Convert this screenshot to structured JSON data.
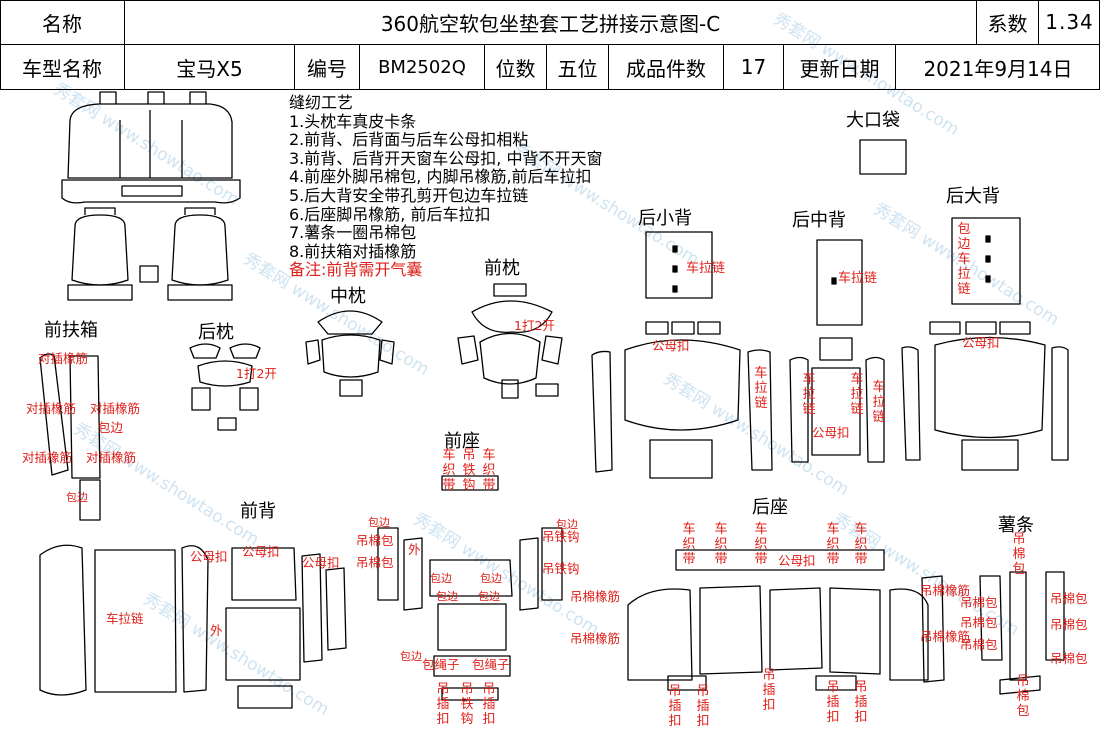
{
  "header": {
    "name_label": "名称",
    "title": "360航空软包坐垫套工艺拼接示意图-C",
    "coef_label": "系数",
    "coef_value": "1.34",
    "model_label": "车型名称",
    "model_value": "宝马X5",
    "code_label": "编号",
    "code_value": "BM2502Q",
    "seats_label": "位数",
    "seats_value": "五位",
    "pieces_label": "成品件数",
    "pieces_value": "17",
    "date_label": "更新日期",
    "date_value": "2021年9月14日"
  },
  "notes": {
    "heading": "缝纫工艺",
    "items": [
      "1.头枕车真皮卡条",
      "2.前背、后背面与后车公母扣相粘",
      "3.前背、后背开天窗车公母扣, 中背不开天窗",
      "4.前座外脚吊棉包, 内脚吊橡筋,前后车拉扣",
      "5.后大背安全带孔剪开包边车拉链",
      "6.后座脚吊橡筋, 前后车拉扣",
      "7.薯条一圈吊棉包",
      "8.前扶箱对插橡筋"
    ],
    "remark": "备注:前背需开气囊"
  },
  "sections": {
    "big_pocket": "大口袋",
    "rear_small_back": "后小背",
    "rear_mid_back": "后中背",
    "rear_big_back": "后大背",
    "front_pillow": "前枕",
    "mid_pillow": "中枕",
    "front_armrest": "前扶箱",
    "rear_pillow": "后枕",
    "front_seat": "前座",
    "front_back": "前背",
    "rear_seat": "后座",
    "fries": "薯条"
  },
  "annotations": {
    "zipper": "车拉链",
    "snap": "公母扣",
    "edge": "包边",
    "cross_rubber": "对插橡筋",
    "hang_cotton": "吊棉包",
    "hang_hook": "吊铁钩",
    "hang_rubber": "吊棉橡筋",
    "rope": "包绳子",
    "insert_buckle": "吊插扣",
    "hook_buckle": "吊铁钩",
    "woven_belt": "车织带",
    "hole_2": "1打2开",
    "outside": "外",
    "edge_zip": "包边车拉链"
  },
  "watermark": "秀套网 www.showtao.com",
  "colors": {
    "accent": "#e0201a",
    "line": "#000000",
    "watermark": "#cfe3f1"
  }
}
